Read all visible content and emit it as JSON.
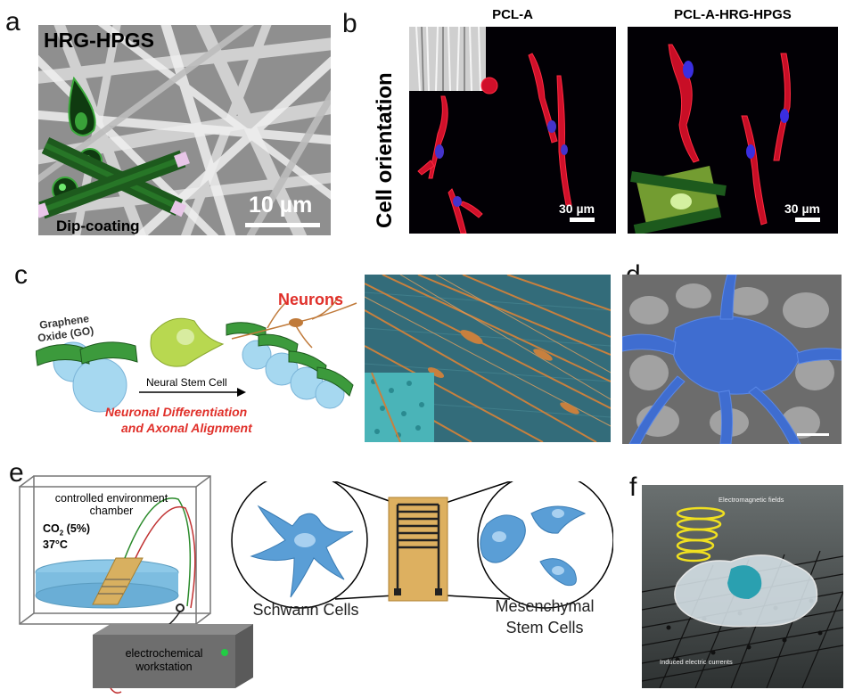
{
  "labels": {
    "a": "a",
    "b": "b",
    "c": "c",
    "d": "d",
    "e": "e",
    "f": "f"
  },
  "panel_a": {
    "title": "HRG-HPGS",
    "scale": "10 µm",
    "caption": "Dip-coating"
  },
  "panel_b": {
    "side_label": "Cell orientation",
    "left_title": "PCL-A",
    "right_title": "PCL-A-HRG-HPGS",
    "left_scale": "30 µm",
    "right_scale": "30 µm"
  },
  "panel_c": {
    "go_label_1": "Graphene",
    "go_label_2": "Oxide (GO)",
    "neurons": "Neurons",
    "arrow_label": "Neural Stem Cell",
    "red_1": "Neuronal Differentiation",
    "red_2": "and Axonal Alignment"
  },
  "panel_e": {
    "chamber_1": "controlled environment",
    "chamber_2": "chamber",
    "co2_a": "CO",
    "co2_sub": "2",
    "co2_b": " (5%)",
    "temp": "37°C",
    "workstation_1": "electrochemical",
    "workstation_2": "workstation",
    "schwann": "Schwann Cells",
    "msc_1": "Mesenchymal",
    "msc_2": "Stem Cells"
  },
  "panel_f": {
    "em_fields": "Electromagnetic fields",
    "currents": "Induced electric currents"
  }
}
